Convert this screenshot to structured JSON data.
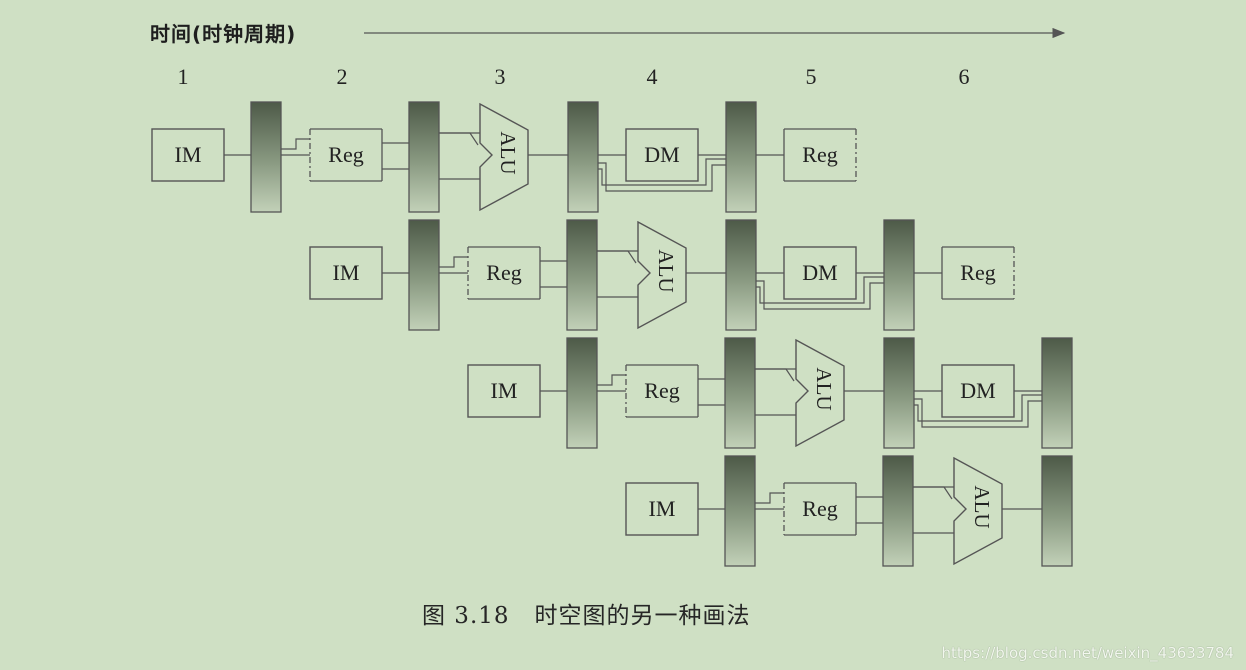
{
  "header": {
    "axis_title": "时间(时钟周期)"
  },
  "cycles": [
    "1",
    "2",
    "3",
    "4",
    "5",
    "6"
  ],
  "units": {
    "im": "IM",
    "reg": "Reg",
    "alu": "ALU",
    "dm": "DM"
  },
  "instructions": [
    {
      "stages": [
        "IM",
        "Reg",
        "ALU",
        "DM",
        "Reg"
      ]
    },
    {
      "stages": [
        "IM",
        "Reg",
        "ALU",
        "DM",
        "Reg"
      ]
    },
    {
      "stages": [
        "IM",
        "Reg",
        "ALU",
        "DM"
      ]
    },
    {
      "stages": [
        "IM",
        "Reg",
        "ALU"
      ]
    }
  ],
  "caption": "图 3.18   时空图的另一种画法",
  "watermark": "https://blog.csdn.net/weixin_43633784",
  "colors": {
    "background": "#cfe0c4",
    "unit_fill": "#cfe0c4",
    "line": "#555555",
    "register_dark": "#4d5a48",
    "register_light": "#b9c8b0"
  }
}
